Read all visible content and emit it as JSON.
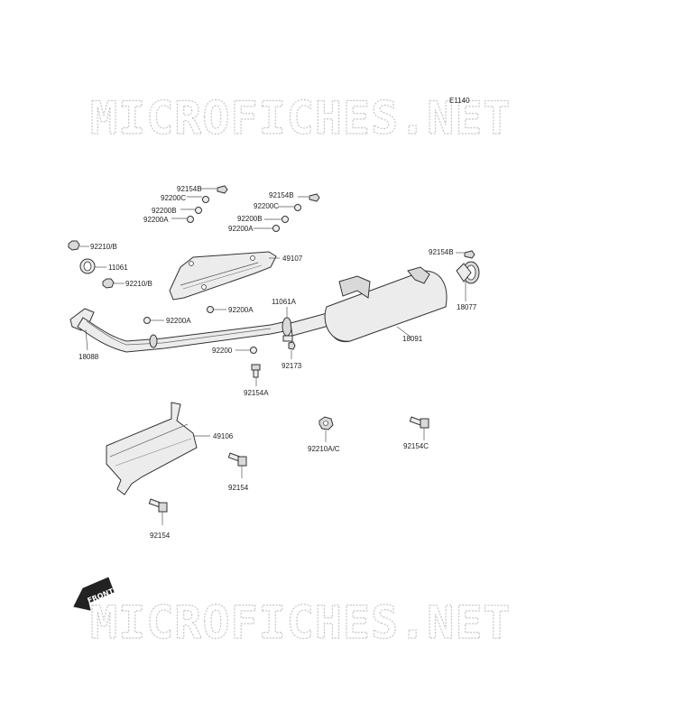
{
  "diagram_id": "E1140",
  "watermark": "MICROFICHES.NET",
  "front_label": "FRONT",
  "labels": {
    "p92154B_1": "92154B",
    "p92200C_1": "92200C",
    "p92200B_1": "92200B",
    "p92200A_1": "92200A",
    "p92154B_2": "92154B",
    "p92200C_2": "92200C",
    "p92200B_2": "92200B",
    "p92200A_2": "92200A",
    "p92210B_1": "92210/B",
    "p11061": "11061",
    "p92210B_2": "92210/B",
    "p49107": "49107",
    "p92154B_3": "92154B",
    "p18077": "18077",
    "p92200A_3": "92200A",
    "p92200A_4": "92200A",
    "p11061A": "11061A",
    "p18091": "18091",
    "p18088": "18088",
    "p92200": "92200",
    "p92173": "92173",
    "p92154A": "92154A",
    "p49106": "49106",
    "p92210AC": "92210A/C",
    "p92154C": "92154C",
    "p92154_1": "92154",
    "p92154_2": "92154"
  }
}
